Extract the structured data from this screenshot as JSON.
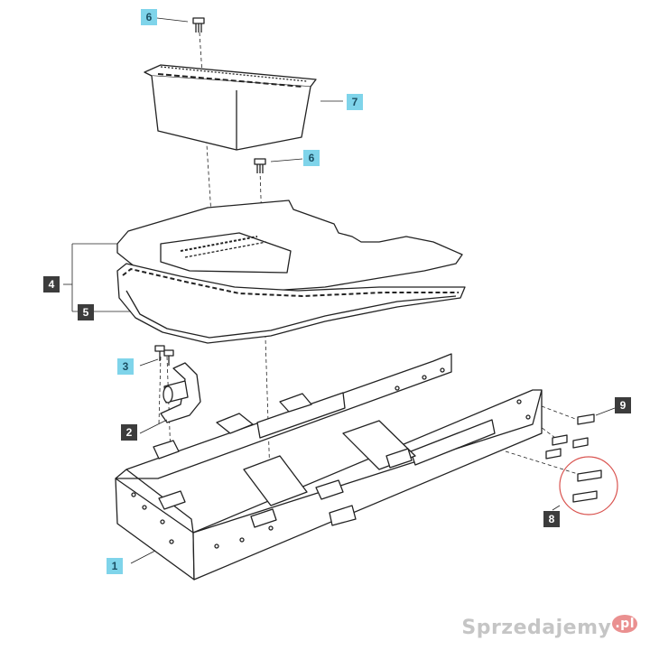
{
  "callouts": [
    {
      "id": "c6a",
      "label": "6",
      "style": "cyan"
    },
    {
      "id": "c7",
      "label": "7",
      "style": "cyan"
    },
    {
      "id": "c6b",
      "label": "6",
      "style": "cyan"
    },
    {
      "id": "c4",
      "label": "4",
      "style": "dark"
    },
    {
      "id": "c5",
      "label": "5",
      "style": "dark"
    },
    {
      "id": "c3",
      "label": "3",
      "style": "cyan"
    },
    {
      "id": "c2",
      "label": "2",
      "style": "dark"
    },
    {
      "id": "c9",
      "label": "9",
      "style": "dark"
    },
    {
      "id": "c8",
      "label": "8",
      "style": "dark"
    },
    {
      "id": "c1",
      "label": "1",
      "style": "cyan"
    }
  ],
  "watermark": {
    "text": "Sprzedajemy",
    "suffix": ".pl"
  },
  "colors": {
    "ink": "#222222",
    "highlight": "#d9534f",
    "callout_cyan": "#7fd4ea",
    "callout_dark": "#3c3c3c"
  }
}
